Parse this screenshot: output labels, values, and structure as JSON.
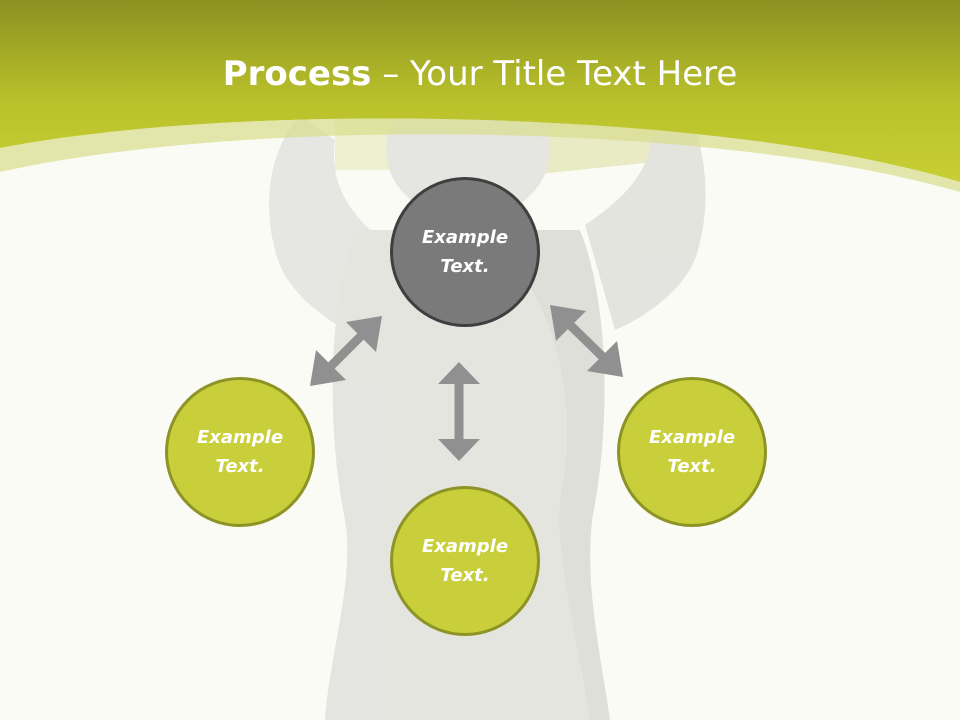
{
  "title": {
    "bold": "Process",
    "rest": " – Your Title Text Here"
  },
  "nodes": [
    {
      "id": "top",
      "label": "Example Text."
    },
    {
      "id": "left",
      "label": "Example Text."
    },
    {
      "id": "bottom",
      "label": "Example Text."
    },
    {
      "id": "right",
      "label": "Example Text."
    }
  ],
  "colors": {
    "header_green": "#c4cc2f",
    "node_green": "#c8cf3a",
    "node_green_border": "#8d9425",
    "node_gray": "#7a7a7a",
    "node_gray_border": "#3f3f3f",
    "arrow": "#909090"
  }
}
